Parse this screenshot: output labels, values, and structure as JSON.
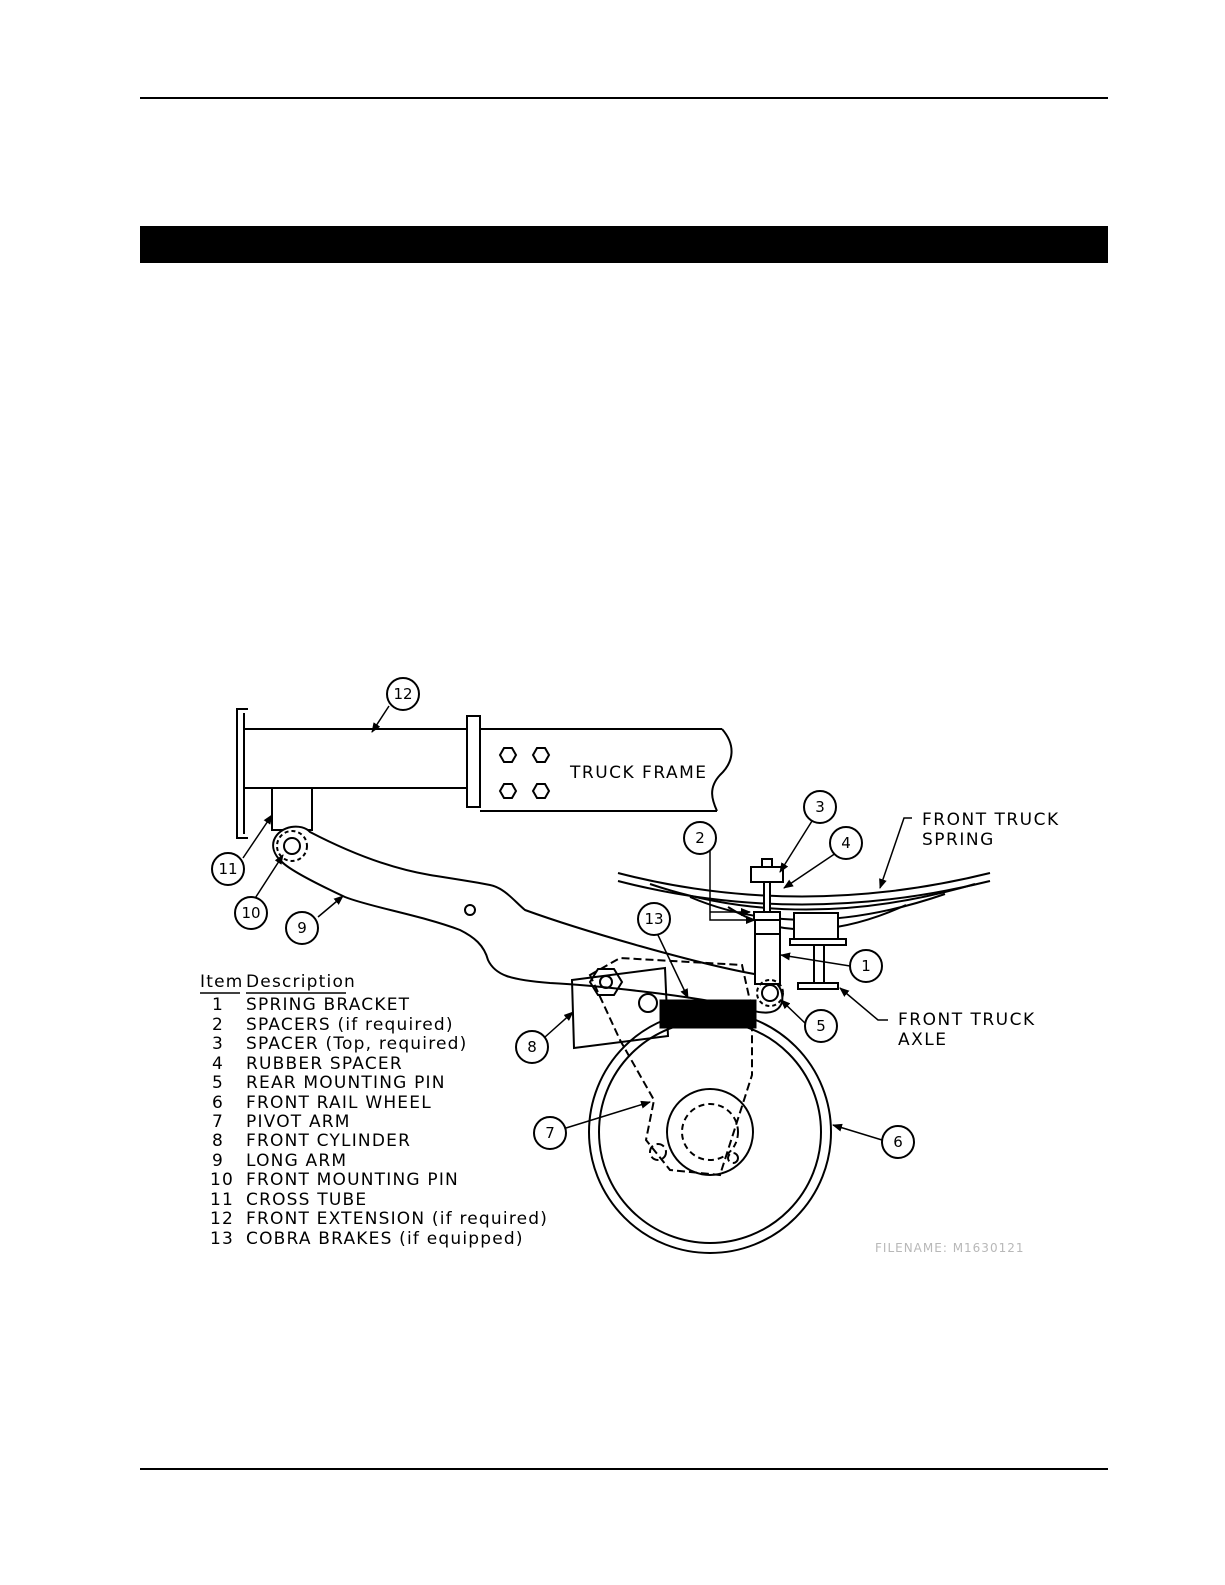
{
  "diagram": {
    "labels": {
      "truck_frame": "TRUCK FRAME",
      "front_truck_spring_l1": "FRONT TRUCK",
      "front_truck_spring_l2": "SPRING",
      "front_truck_axle_l1": "FRONT TRUCK",
      "front_truck_axle_l2": "AXLE"
    },
    "callouts": [
      "1",
      "2",
      "3",
      "4",
      "5",
      "6",
      "7",
      "8",
      "9",
      "10",
      "11",
      "12",
      "13"
    ],
    "filename": "FILENAME: M1630121"
  },
  "legend": {
    "header_item": "Item",
    "header_description": "Description",
    "items": [
      {
        "num": "1",
        "desc": "SPRING BRACKET"
      },
      {
        "num": "2",
        "desc": "SPACERS (if required)"
      },
      {
        "num": "3",
        "desc": "SPACER (Top, required)"
      },
      {
        "num": "4",
        "desc": "RUBBER SPACER"
      },
      {
        "num": "5",
        "desc": "REAR MOUNTING PIN"
      },
      {
        "num": "6",
        "desc": "FRONT RAIL WHEEL"
      },
      {
        "num": "7",
        "desc": "PIVOT ARM"
      },
      {
        "num": "8",
        "desc": "FRONT CYLINDER"
      },
      {
        "num": "9",
        "desc": "LONG ARM"
      },
      {
        "num": "10",
        "desc": "FRONT MOUNTING PIN"
      },
      {
        "num": "11",
        "desc": "CROSS TUBE"
      },
      {
        "num": "12",
        "desc": "FRONT EXTENSION (if required)"
      },
      {
        "num": "13",
        "desc": "COBRA BRAKES (if equipped)"
      }
    ]
  }
}
